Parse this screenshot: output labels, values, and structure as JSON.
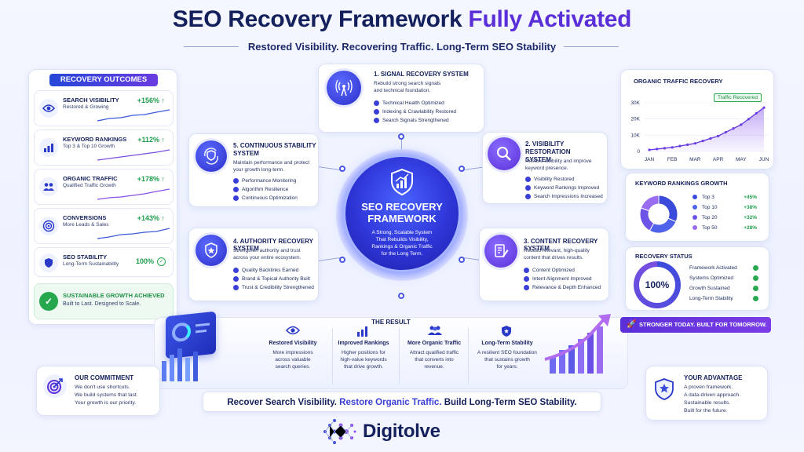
{
  "header": {
    "title_part1": "SEO Recovery Framework",
    "title_part2": "Fully Activated",
    "subtitle": "Restored Visibility. Recovering Traffic. Long-Term SEO Stability"
  },
  "outcomes": {
    "heading": "RECOVERY OUTCOMES",
    "items": [
      {
        "title": "SEARCH VISIBILITY",
        "sub": "Restored & Growing",
        "value": "+156%",
        "icon": "eye-icon"
      },
      {
        "title": "KEYWORD RANKINGS",
        "sub": "Top 3 & Top 10 Growth",
        "value": "+112%",
        "icon": "bar-chart-icon"
      },
      {
        "title": "ORGANIC TRAFFIC",
        "sub": "Qualified Traffic Growth",
        "value": "+178%",
        "icon": "users-icon"
      },
      {
        "title": "CONVERSIONS",
        "sub": "More Leads & Sales",
        "value": "+143%",
        "icon": "target-icon"
      },
      {
        "title": "SEO STABILITY",
        "sub": "Long-Term Sustainability",
        "value": "100%",
        "icon": "shield-icon"
      }
    ],
    "growth_title": "SUSTAINABLE GROWTH ACHIEVED",
    "growth_sub": "Built to Last. Designed to Scale."
  },
  "systems": {
    "s1": {
      "title": "1. SIGNAL RECOVERY SYSTEM",
      "desc": [
        "Rebuild strong search signals",
        "and technical foundation."
      ],
      "items": [
        "Technical Health Optimized",
        "Indexing & Crawlability Restored",
        "Search Signals Strengthened"
      ]
    },
    "s2": {
      "title": [
        "2. VISIBILITY RESTORATION",
        "SYSTEM"
      ],
      "desc": [
        "Restore visibility and improve",
        "keyword presence."
      ],
      "items": [
        "Visibility Restored",
        "Keyword Rankings Improved",
        "Search Impressions Increased"
      ]
    },
    "s3": {
      "title": "3. CONTENT RECOVERY SYSTEM",
      "desc": [
        "Rebuild relevant, high-quality",
        "content that drives results."
      ],
      "items": [
        "Content Optimized",
        "Intent Alignment Improved",
        "Relevance & Depth Enhanced"
      ]
    },
    "s4": {
      "title": "4. AUTHORITY RECOVERY SYSTEM",
      "desc": [
        "Strengthen authority and trust",
        "across your entire ecosystem."
      ],
      "items": [
        "Quality Backlinks Earned",
        "Brand & Topical Authority Built",
        "Trust & Credibility Strengthened"
      ]
    },
    "s5": {
      "title": [
        "5. CONTINUOUS STABILITY",
        "SYSTEM"
      ],
      "desc": [
        "Maintain performance and protect",
        "your growth long-term."
      ],
      "items": [
        "Performance Monitoring",
        "Algorithm Resilience",
        "Continuous Optimization"
      ]
    }
  },
  "hub": {
    "title_l1": "SEO RECOVERY",
    "title_l2": "FRAMEWORK",
    "desc": [
      "A Strong, Scalable System",
      "That Rebuilds Visibility,",
      "Rankings & Organic Traffic",
      "for the Long Term."
    ]
  },
  "result": {
    "heading": "THE RESULT",
    "cols": [
      {
        "title": "Restored Visibility",
        "desc": [
          "More impressions",
          "across valuable",
          "search queries."
        ],
        "icon": "eye-icon"
      },
      {
        "title": "Improved Rankings",
        "desc": [
          "Higher positions for",
          "high-value keywords",
          "that drive growth."
        ],
        "icon": "bar-chart-icon"
      },
      {
        "title": "More Organic Traffic",
        "desc": [
          "Attract qualified traffic",
          "that converts into",
          "revenue."
        ],
        "icon": "users-icon"
      },
      {
        "title": "Long-Term Stability",
        "desc": [
          "A resilient SEO foundation",
          "that sustains growth",
          "for years."
        ],
        "icon": "shield-icon"
      }
    ]
  },
  "traffic": {
    "heading": "ORGANIC TRAFFIC RECOVERY",
    "badge": "Traffic Recovered",
    "y_ticks": [
      "30K",
      "20K",
      "10K",
      "0"
    ],
    "months": [
      "JAN",
      "FEB",
      "MAR",
      "APR",
      "MAY",
      "JUN"
    ]
  },
  "chart_data": {
    "type": "area",
    "x": [
      "JAN",
      "FEB",
      "MAR",
      "APR",
      "MAY",
      "JUN"
    ],
    "series": [
      {
        "values": [
          1000,
          2500,
          5000,
          9500,
          16500,
          27000
        ]
      }
    ],
    "ylim": [
      0,
      30000
    ],
    "y_ticks": [
      "30K",
      "20K",
      "10K",
      "0"
    ]
  },
  "keywords": {
    "heading": "KEYWORD RANKINGS GROWTH",
    "rows": [
      {
        "label": "Top 3",
        "value": "+45%",
        "color": "#3a4bdb"
      },
      {
        "label": "Top 10",
        "value": "+38%",
        "color": "#4f63ea"
      },
      {
        "label": "Top 20",
        "value": "+32%",
        "color": "#6d54e6"
      },
      {
        "label": "Top 50",
        "value": "+28%",
        "color": "#9a6cf0"
      }
    ]
  },
  "status": {
    "heading": "RECOVERY STATUS",
    "value": "100%",
    "rows": [
      "Framework Activated",
      "Systems Optimized",
      "Growth Sustained",
      "Long-Term Stability"
    ]
  },
  "banner": {
    "text": "STRONGER TODAY. BUILT FOR TOMORROW."
  },
  "commitment": {
    "heading": "OUR COMMITMENT",
    "lines": [
      "We don't use shortcuts.",
      "We build systems that last.",
      "Your growth is our priority."
    ]
  },
  "advantage": {
    "heading": "YOUR ADVANTAGE",
    "lines": [
      "A proven framework.",
      "A data-driven approach.",
      "Sustainable results.",
      "Built for the future."
    ]
  },
  "tagline": {
    "part1": "Recover Search Visibility.",
    "part2": "Restore Organic Traffic.",
    "part3": "Build Long-Term SEO Stability."
  },
  "brand": {
    "name": "Digitolve"
  },
  "colors": {
    "navy": "#14205c",
    "purple": "#5a2fd8",
    "green": "#1f9d4d",
    "blue": "#2447d8"
  }
}
